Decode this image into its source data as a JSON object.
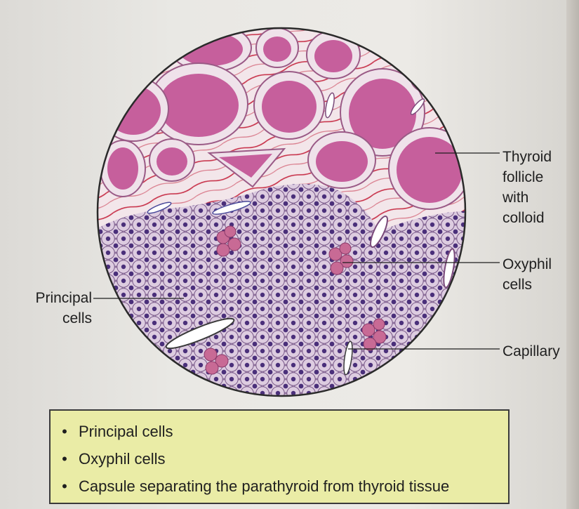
{
  "labels": {
    "thyroid_follicle": [
      "Thyroid",
      "follicle",
      "with",
      "colloid"
    ],
    "oxyphil_cells": [
      "Oxyphil",
      "cells"
    ],
    "capillary": [
      "Capillary"
    ],
    "principal_cells": [
      "Principal",
      "cells"
    ]
  },
  "summary": {
    "items": [
      "Principal cells",
      "Oxyphil cells",
      "Capsule separating the parathyroid from thyroid tissue"
    ]
  },
  "colors": {
    "colloid": "#c65f9c",
    "follicle_cell": "#efe2ea",
    "follicle_nucleus": "#4b3a82",
    "connective_fiber": "#c8324a",
    "principal_cell": "#d9c7dc",
    "principal_nucleus": "#4a2f7a",
    "oxyphil_cell": "#c86a95",
    "capillary_lumen": "#ffffff",
    "summary_bg": "#eaeca6"
  }
}
